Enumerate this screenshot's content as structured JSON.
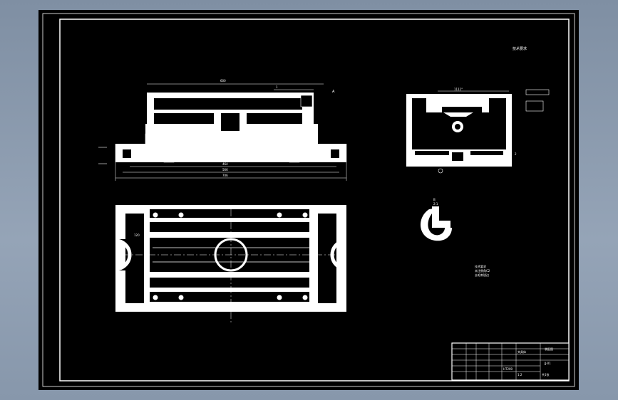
{
  "drawing": {
    "top_right_note": "技术要求",
    "section_mark_top": "A",
    "section_mark_detail": "B",
    "detail_scale": "2:1",
    "dim_overall_top": "600",
    "dim_inner_top": "464",
    "dim_total_width": "706",
    "dim_mid_width": "566",
    "dim_small_left": "120",
    "callout_top_right": "1",
    "callout_mid_right": "2",
    "tech_note_line1": "技术要求",
    "tech_note_line2": "未注倒角C2",
    "tech_note_line3": "去毛刺锐边",
    "title_block": {
      "part_name": "夹具体",
      "drawing_no": "JJ-01",
      "material": "HT200",
      "scale": "1:2",
      "sheet": "共1张",
      "company": "装配图"
    }
  },
  "colors": {
    "page_bg": "#8e9db0",
    "sheet_bg": "#000000",
    "line": "#ffffff"
  }
}
